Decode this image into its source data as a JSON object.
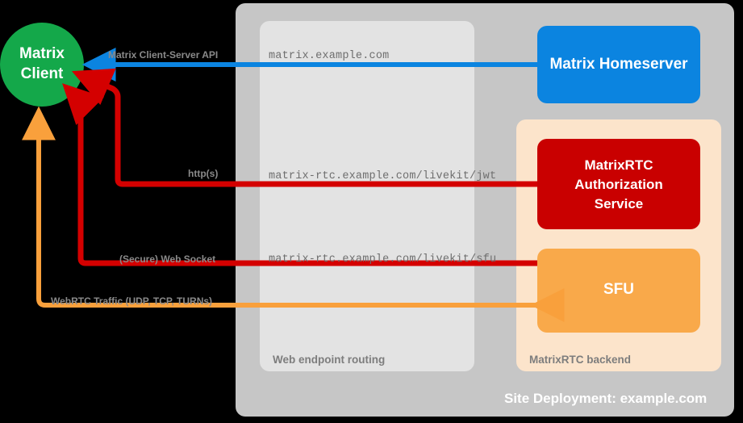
{
  "diagram": {
    "outer_panel": {
      "caption": "Site Deployment: example.com",
      "color": "#c6c6c6",
      "caption_color": "#ffffff"
    },
    "panels": [
      {
        "id": "web-endpoint-routing",
        "caption": "Web endpoint routing",
        "color": "#e3e3e3"
      },
      {
        "id": "matrixrtc-backend",
        "caption": "MatrixRTC backend",
        "color": "#fce4cb"
      }
    ],
    "nodes": [
      {
        "id": "matrix-client",
        "label": "Matrix\nClient",
        "shape": "circle",
        "color": "#14a84a",
        "text_color": "#ffffff"
      },
      {
        "id": "matrix-homeserver",
        "label": "Matrix Homeserver",
        "shape": "rounded-rect",
        "color": "#0b84e0",
        "text_color": "#ffffff"
      },
      {
        "id": "matrixrtc-authorization-service",
        "label": "MatrixRTC\nAuthorization\nService",
        "shape": "rounded-rect",
        "color": "#c90000",
        "text_color": "#ffffff"
      },
      {
        "id": "sfu",
        "label": "SFU",
        "shape": "rounded-rect",
        "color": "#f9a94a",
        "text_color": "#ffffff"
      }
    ],
    "endpoints": [
      {
        "id": "endpoint-matrix",
        "text": "matrix.example.com"
      },
      {
        "id": "endpoint-jwt",
        "text": "matrix-rtc.example.com/livekit/jwt"
      },
      {
        "id": "endpoint-sfu",
        "text": "matrix-rtc.example.com/livekit/sfu"
      }
    ],
    "connections": [
      {
        "id": "matrix-client-server-api",
        "label": "Matrix Client-Server API",
        "color": "#0b84e0"
      },
      {
        "id": "https",
        "label": "http(s)",
        "color": "#d40000"
      },
      {
        "id": "secure-web-socket",
        "label": "(Secure) Web Socket",
        "color": "#d40000"
      },
      {
        "id": "webrtc-traffic",
        "label": "WebRTC Traffic (UDP, TCP, TURNs)",
        "color": "#f9a03c"
      }
    ]
  }
}
